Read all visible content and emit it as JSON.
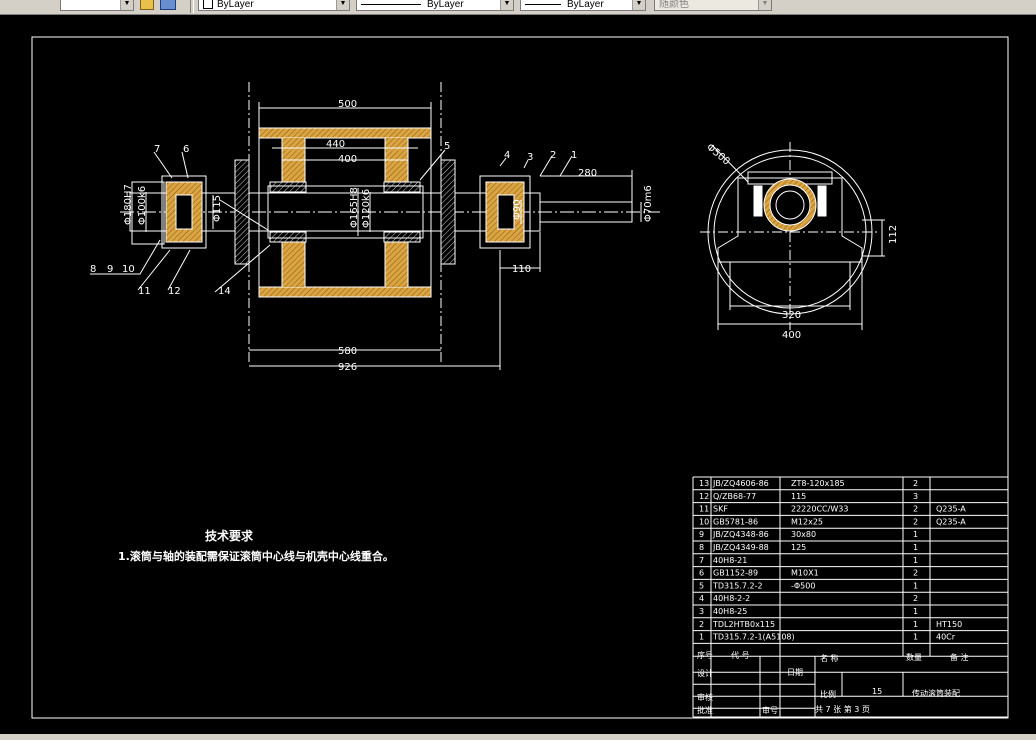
{
  "toolbar": {
    "layer_combo_value": "ByLayer",
    "linetype_combo_value": "ByLayer",
    "lineweight_combo_value": "ByLayer",
    "color_combo_value": "随颜色"
  },
  "colors": {
    "background": "#000000",
    "frame": "#ffffff",
    "section_fill": "#d9a441",
    "centerline": "#ffffff"
  },
  "drawing": {
    "part_numbers": [
      "1",
      "2",
      "3",
      "4",
      "5",
      "6",
      "7",
      "8",
      "9",
      "10",
      "11",
      "12",
      "14"
    ],
    "dim_500": "500",
    "dim_440": "440",
    "dim_400_top": "400",
    "dim_280": "280",
    "dim_110": "110",
    "dim_580": "580",
    "dim_926": "926",
    "dim_phi_180H7": "Φ180H7",
    "dim_phi_100k6": "Φ100k6",
    "dim_phi_115": "Φ115",
    "dim_phi_165H8": "Φ165H8",
    "dim_phi_120k6": "Φ120k6",
    "dim_phi_90": "Φ90",
    "dim_phi_70m6": "Φ70m6",
    "dim_phi_500": "Φ500",
    "dim_112": "112",
    "dim_320": "320",
    "dim_400_side": "400"
  },
  "tech_req": {
    "title": "技术要求",
    "line1": "1.滚筒与轴的装配需保证滚筒中心线与机壳中心线重合。"
  },
  "bom": {
    "rows": [
      {
        "no": "13",
        "code": "JB/ZQ4606-86",
        "name": "ZT8-120x185",
        "qty": "2",
        "mat": ""
      },
      {
        "no": "12",
        "code": "Q/ZB68-77",
        "name": "115",
        "qty": "3",
        "mat": ""
      },
      {
        "no": "11",
        "code": "SKF",
        "name": "22220CC/W33",
        "qty": "2",
        "mat": "Q235-A"
      },
      {
        "no": "10",
        "code": "GB5781-86",
        "name": "M12x25",
        "qty": "2",
        "mat": "Q235-A"
      },
      {
        "no": "9",
        "code": "JB/ZQ4348-86",
        "name": "30x80",
        "qty": "1",
        "mat": ""
      },
      {
        "no": "8",
        "code": "JB/ZQ4349-88",
        "name": "125",
        "qty": "1",
        "mat": ""
      },
      {
        "no": "7",
        "code": "40H8-21",
        "name": "",
        "qty": "1",
        "mat": ""
      },
      {
        "no": "6",
        "code": "GB1152-89",
        "name": "M10X1",
        "qty": "2",
        "mat": ""
      },
      {
        "no": "5",
        "code": "TD315.7.2-2",
        "name": "-Φ500",
        "qty": "1",
        "mat": ""
      },
      {
        "no": "4",
        "code": "40H8-2-2",
        "name": "",
        "qty": "2",
        "mat": ""
      },
      {
        "no": "3",
        "code": "40H8-25",
        "name": "",
        "qty": "1",
        "mat": ""
      },
      {
        "no": "2",
        "code": "TDL2HTB0x115",
        "name": "",
        "qty": "1",
        "mat": "HT150"
      },
      {
        "no": "1",
        "code": "TD315.7.2-1(A5108)",
        "name": "",
        "qty": "1",
        "mat": "40Cr"
      }
    ],
    "header": {
      "no": "序号",
      "code": "代 号",
      "name": "名 称",
      "qty": "数量",
      "remark": "备 注"
    },
    "title_block": {
      "design": "设计",
      "check": "审核",
      "approve": "批准",
      "date": "日期",
      "scale_label": "比例",
      "scale_value": "15",
      "drawing_name": "传动滚筒装配",
      "sheet": "共 7 张 第 3 页",
      "sheet_no_label": "审号"
    }
  }
}
